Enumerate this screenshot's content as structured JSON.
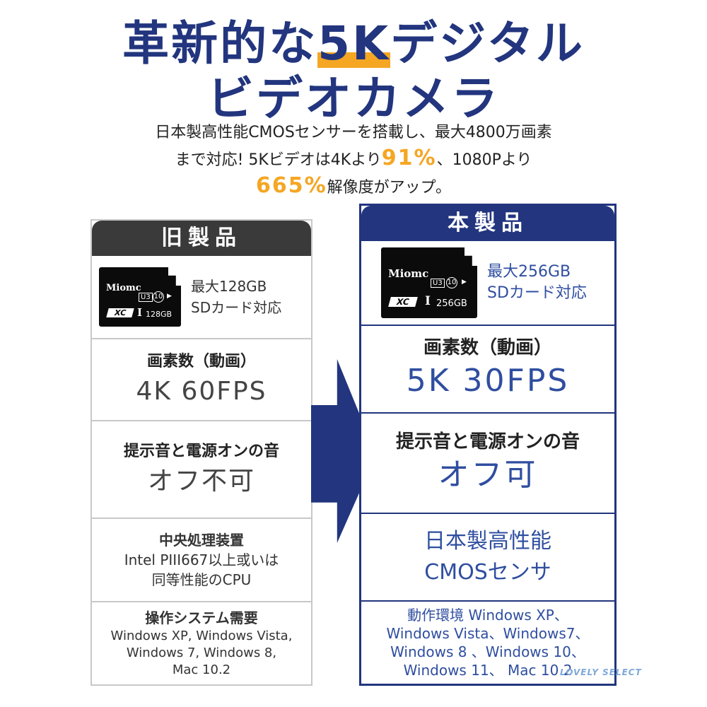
{
  "title": {
    "line1_pre": "革新的な",
    "line1_hl": "5K",
    "line1_post": "デジタル",
    "line2": "ビデオカメラ"
  },
  "intro": {
    "line1": "日本製高性能CMOSセンサーを搭載し、最大4800万画素",
    "line2_pre": "まで対応! 5Kビデオは4Kより",
    "line2_pct": "91%",
    "line2_post": "、1080Pより",
    "line3_pct": "665%",
    "line3_post": "解像度がアップ。"
  },
  "old": {
    "header": "旧製品",
    "card": {
      "brand": "Miomc",
      "u3": "U3",
      "c10": "10",
      "xc": "XC",
      "i": "I",
      "capacity": "128GB"
    },
    "card_text_1": "最大128GB",
    "card_text_2": "SDカード対応",
    "pixel_label": "画素数（動画）",
    "pixel_value": "4K 60FPS",
    "sound_label": "提示音と電源オンの音",
    "sound_value": "オフ不可",
    "cpu_1": "中央処理装置",
    "cpu_2": "Intel PIII667以上或いは",
    "cpu_3": "同等性能のCPU",
    "os_label": "操作システム需要",
    "os_1": "Windows XP, Windows Vista,",
    "os_2": "Windows 7, Windows 8,",
    "os_3": "Mac 10.2"
  },
  "new": {
    "header": "本製品",
    "card": {
      "brand": "Miomc",
      "u3": "U3",
      "c10": "10",
      "xc": "XC",
      "i": "I",
      "capacity": "256GB"
    },
    "card_text_1": "最大256GB",
    "card_text_2": "SDカード対応",
    "pixel_label": "画素数（動画）",
    "pixel_value": "5K 30FPS",
    "sound_label": "提示音と電源オンの音",
    "sound_value": "オフ可",
    "sensor_1": "日本製高性能",
    "sensor_2": "CMOSセンサ",
    "os_1": "動作環境 Windows XP、",
    "os_2": "Windows Vista、Windows7、",
    "os_3": "Windows 8 、Windows 10、",
    "os_4": "Windows 11、 Mac 10.2"
  },
  "logo": "LOVELY SELECT",
  "colors": {
    "navy": "#22357e",
    "accent": "#f5a623",
    "dark": "#3a3a3a",
    "blue_text": "#2f4ea0"
  }
}
